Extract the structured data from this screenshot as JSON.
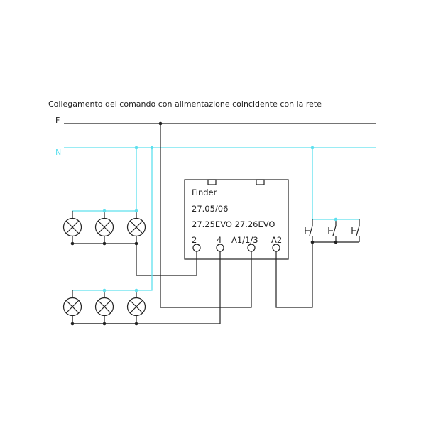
{
  "title": "Collegamento del comando con alimentazione coincidente con la rete",
  "lines": {
    "phase": "F",
    "neutral": "N"
  },
  "relay": {
    "brand": "Finder",
    "model_1": "27.05/06",
    "model_2": "27.25EVO 27.26EVO",
    "terminals": [
      "2",
      "4",
      "A1/1/3",
      "A2"
    ]
  },
  "colors": {
    "wire": "#222222",
    "neutral_wire": "#5ee0ee",
    "background": "#ffffff"
  },
  "components": {
    "lamp_icon": "lamp-icon",
    "switch_icon": "pushbutton-icon"
  }
}
